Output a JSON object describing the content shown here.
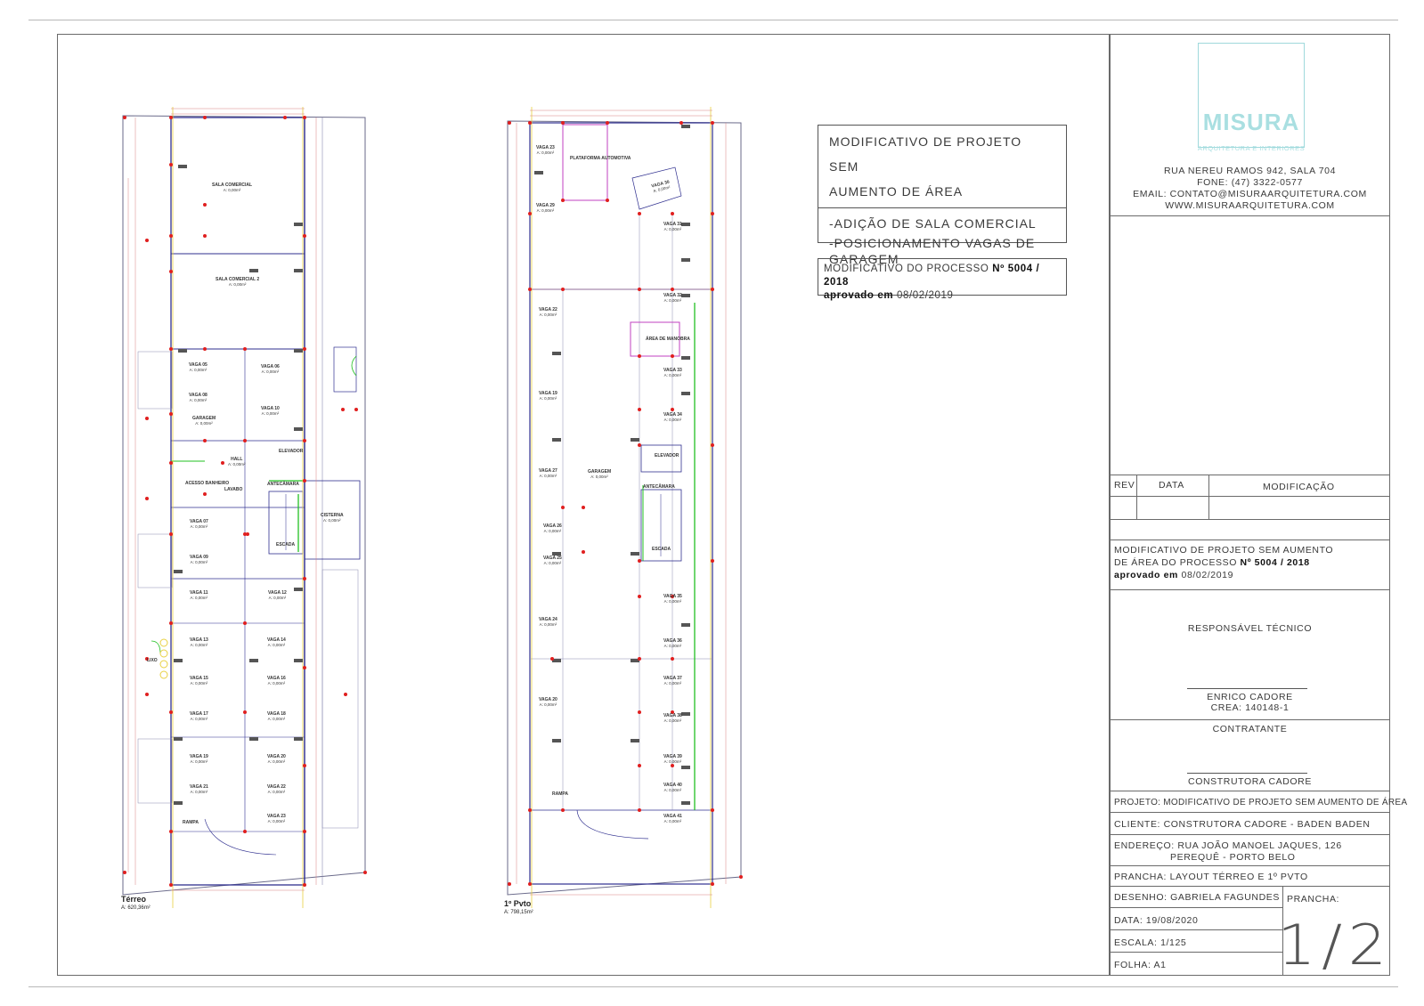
{
  "notice": {
    "title_line1": "MODIFICATIVO DE PROJETO SEM",
    "title_line2": "AUMENTO DE ÁREA",
    "item1": "-ADIÇÃO DE SALA COMERCIAL",
    "item2_line1": "-POSICIONAMENTO VAGAS DE",
    "item2_line2": "GARAGEM"
  },
  "process_note": {
    "prefix": "MODIFICATIVO DO PROCESSO",
    "number": "Nº 5004 / 2018",
    "approved_label": "aprovado em",
    "approved_date": "08/02/2019"
  },
  "logo": {
    "name": "MISURA",
    "tagline": "ARQUITETURA E INTERIORES"
  },
  "office": {
    "address": "RUA NEREU RAMOS 942, SALA 704",
    "phone": "FONE: (47) 3322-0577",
    "email": "EMAIL: CONTATO@MISURAARQUITETURA.COM",
    "website": "WWW.MISURAARQUITETURA.COM"
  },
  "revision_table": {
    "col_rev": "REV",
    "col_date": "DATA",
    "col_mod": "MODIFICAÇÃO"
  },
  "titleblock_note": {
    "line1": "MODIFICATIVO DE PROJETO SEM AUMENTO",
    "line2_prefix": "DE ÁREA DO PROCESSO",
    "line2_number": "Nº 5004 / 2018",
    "approved_label": "aprovado em",
    "approved_date": "08/02/2019"
  },
  "responsible": {
    "label": "RESPONSÁVEL TÉCNICO",
    "name": "ENRICO CADORE",
    "crea": "CREA: 140148-1"
  },
  "contractor": {
    "label": "CONTRATANTE",
    "name": "CONSTRUTORA CADORE"
  },
  "project_fields": {
    "projeto": "PROJETO: MODIFICATIVO DE PROJETO SEM AUMENTO DE ÁREA",
    "cliente": "CLIENTE: CONSTRUTORA CADORE - BADEN BADEN",
    "endereco_line1": "ENDEREÇO: RUA JOÃO MANOEL JAQUES, 126",
    "endereco_line2": "PEREQUÊ - PORTO BELO",
    "prancha": "PRANCHA: LAYOUT TÉRREO E 1º PVTO",
    "desenho": "DESENHO: GABRIELA FAGUNDES",
    "data": "DATA: 19/08/2020",
    "escala": "ESCALA: 1/125",
    "folha": "FOLHA: A1",
    "prancha_label": "PRANCHA:",
    "prancha_number": "1/2"
  },
  "plans": {
    "ground": {
      "label": "Térreo",
      "area": "A: 620,36m²",
      "rooms": [
        {
          "name": "SALA COMERCIAL",
          "area": "A: 0,00m²"
        },
        {
          "name": "SALA COMERCIAL 2",
          "area": "A: 0,00m²"
        },
        {
          "name": "VAGA 05",
          "area": "A: 0,00m²"
        },
        {
          "name": "VAGA 06",
          "area": "A: 0,00m²"
        },
        {
          "name": "VAGA 08",
          "area": "A: 0,00m²"
        },
        {
          "name": "VAGA 10",
          "area": "A: 0,00m²"
        },
        {
          "name": "GARAGEM",
          "area": "A: 0,00m²"
        },
        {
          "name": "HALL",
          "area": "A: 0,00m²"
        },
        {
          "name": "ELEVADOR",
          "area": ""
        },
        {
          "name": "ACESSO BANHEIRO",
          "area": ""
        },
        {
          "name": "LAVABO",
          "area": ""
        },
        {
          "name": "ANTECÂMARA",
          "area": ""
        },
        {
          "name": "CISTERNA",
          "area": "A: 0,00m²"
        },
        {
          "name": "ESCADA",
          "area": ""
        },
        {
          "name": "VAGA 07",
          "area": "A: 0,00m²"
        },
        {
          "name": "VAGA 09",
          "area": "A: 0,00m²"
        },
        {
          "name": "VAGA 11",
          "area": "A: 0,00m²"
        },
        {
          "name": "VAGA 12",
          "area": "A: 0,00m²"
        },
        {
          "name": "VAGA 13",
          "area": "A: 0,00m²"
        },
        {
          "name": "VAGA 14",
          "area": "A: 0,00m²"
        },
        {
          "name": "VAGA 15",
          "area": "A: 0,00m²"
        },
        {
          "name": "VAGA 16",
          "area": "A: 0,00m²"
        },
        {
          "name": "VAGA 17",
          "area": "A: 0,00m²"
        },
        {
          "name": "VAGA 18",
          "area": "A: 0,00m²"
        },
        {
          "name": "VAGA 19",
          "area": "A: 0,00m²"
        },
        {
          "name": "VAGA 20",
          "area": "A: 0,00m²"
        },
        {
          "name": "VAGA 21",
          "area": "A: 0,00m²"
        },
        {
          "name": "VAGA 22",
          "area": "A: 0,00m²"
        },
        {
          "name": "VAGA 23",
          "area": "A: 0,00m²"
        },
        {
          "name": "RAMPA",
          "area": ""
        },
        {
          "name": "LIXO",
          "area": ""
        }
      ]
    },
    "first": {
      "label": "1º Pvto",
      "area": "A: 798,15m²",
      "rooms": [
        {
          "name": "VAGA 23",
          "area": "A: 0,00m²"
        },
        {
          "name": "PLATAFORMA AUTOMOTIVA",
          "area": ""
        },
        {
          "name": "VAGA 29",
          "area": "A: 0,00m²"
        },
        {
          "name": "VAGA 30",
          "area": "A: 0,00m²"
        },
        {
          "name": "VAGA 31",
          "area": "A: 0,00m²"
        },
        {
          "name": "VAGA 32",
          "area": "A: 0,00m²"
        },
        {
          "name": "VAGA 22",
          "area": "A: 0,00m²"
        },
        {
          "name": "ÁREA DE MANOBRA",
          "area": ""
        },
        {
          "name": "VAGA 33",
          "area": "A: 0,00m²"
        },
        {
          "name": "VAGA 34",
          "area": "A: 0,00m²"
        },
        {
          "name": "VAGA 19",
          "area": "A: 0,00m²"
        },
        {
          "name": "GARAGEM",
          "area": "A: 0,00m²"
        },
        {
          "name": "VAGA 27",
          "area": "A: 0,00m²"
        },
        {
          "name": "ELEVADOR",
          "area": ""
        },
        {
          "name": "ANTECÂMARA",
          "area": ""
        },
        {
          "name": "ESCADA",
          "area": ""
        },
        {
          "name": "VAGA 26",
          "area": "A: 0,00m²"
        },
        {
          "name": "VAGA 25",
          "area": "A: 0,00m²"
        },
        {
          "name": "VAGA 24",
          "area": "A: 0,00m²"
        },
        {
          "name": "VAGA 20",
          "area": "A: 0,00m²"
        },
        {
          "name": "VAGA 35",
          "area": "A: 0,00m²"
        },
        {
          "name": "VAGA 36",
          "area": "A: 0,00m²"
        },
        {
          "name": "VAGA 37",
          "area": "A: 0,00m²"
        },
        {
          "name": "VAGA 38",
          "area": "A: 0,00m²"
        },
        {
          "name": "VAGA 39",
          "area": "A: 0,00m²"
        },
        {
          "name": "VAGA 40",
          "area": "A: 0,00m²"
        },
        {
          "name": "VAGA 41",
          "area": "A: 0,00m²"
        },
        {
          "name": "RAMPA",
          "area": ""
        }
      ]
    }
  },
  "colors": {
    "wall": "#2f2f8f",
    "dimension": "#d88080",
    "marker": "#e01f1f",
    "green": "#22c022",
    "axis": "#e8d040",
    "pink": "#c040c0",
    "logo": "#a9dfe1"
  }
}
